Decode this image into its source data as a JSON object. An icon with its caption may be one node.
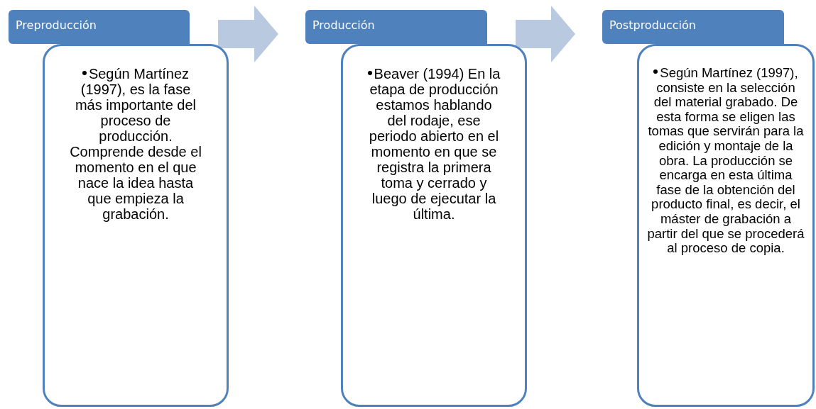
{
  "diagram": {
    "nodes": [
      {
        "text": [
          "Preproducción"
        ]
      },
      {
        "text": [
          "Según Martínez (1997), es la fase más importante del proceso de producción. Comprende desde el momento en el que nace la idea hasta que empieza la grabación."
        ]
      },
      {
        "text": [
          "Producción"
        ]
      },
      {
        "text": [
          "Beaver (1994) En la etapa de producción estamos hablando del rodaje, ese periodo abierto en el momento en que se registra la primera toma y cerrado y luego de ejecutar la última."
        ]
      },
      {
        "text": [
          "Postproducción"
        ]
      },
      {
        "text": [
          "Según Martínez (1997), consiste en la selección del material grabado. De esta forma se eligen las tomas que servirán para la edición y montaje de la obra. La producción se encarga en esta última fase de la obtención del producto final, es decir, el máster de grabación a partir del que se procederá al proceso de copia."
        ]
      }
    ],
    "edges": [
      {
        "from": 0,
        "to": 2,
        "arrow": "to",
        "style": "thick"
      },
      {
        "from": 2,
        "to": 4,
        "arrow": "to",
        "style": "thick"
      }
    ]
  }
}
